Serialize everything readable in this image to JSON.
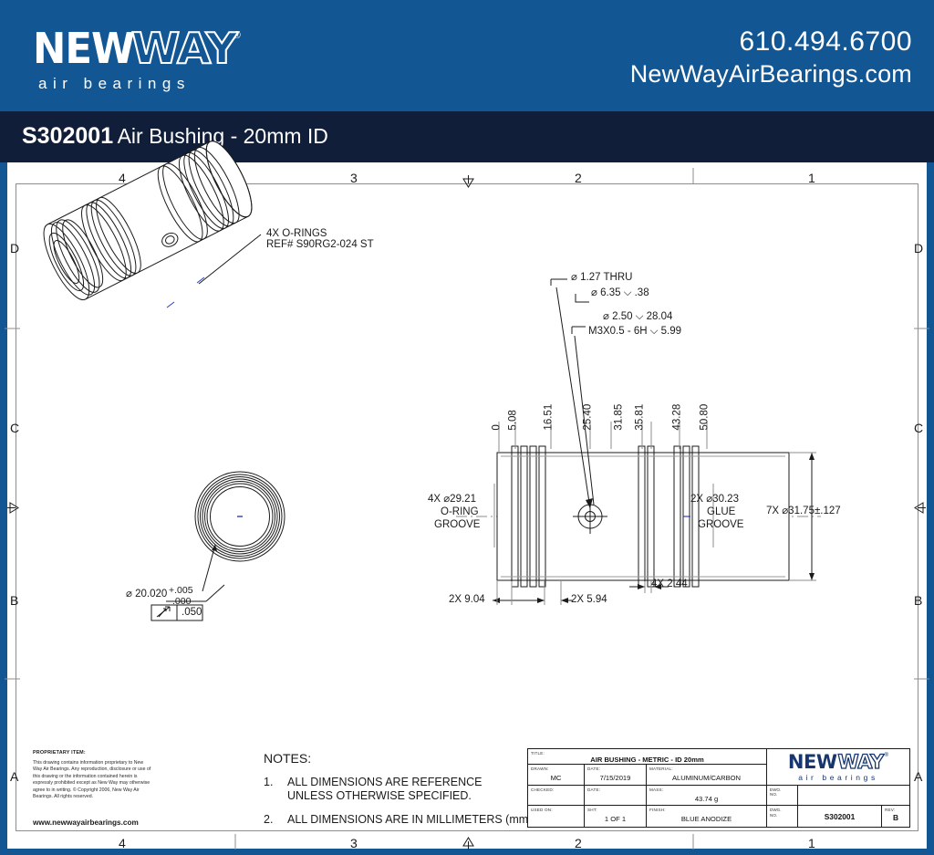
{
  "header": {
    "logo": {
      "new": "NEW",
      "way": "WAY",
      "reg": "®",
      "tagline": "air bearings"
    },
    "phone": "610.494.6700",
    "website": "NewWayAirBearings.com",
    "part_number": "S302001",
    "description": "Air Bushing - 20mm ID",
    "colors": {
      "brand_blue": "#125693",
      "title_bar": "#111e39"
    }
  },
  "sheet": {
    "zones_top": [
      "4",
      "3",
      "2",
      "1"
    ],
    "zones_bottom": [
      "4",
      "3",
      "2",
      "1"
    ],
    "zones_left": [
      "D",
      "C",
      "B",
      "A"
    ],
    "zones_right": [
      "D",
      "C",
      "B",
      "A"
    ]
  },
  "callouts": {
    "orings_line1": "4X O-RINGS",
    "orings_line2": "REF# S90RG2-024 ST",
    "bore_dia": "⌀ 20.020",
    "bore_tol_upper": "+.005",
    "bore_tol_lower": ".000",
    "surface_finish": ".050",
    "hole_thru_1": "⌀ 1.27 THRU",
    "hole_thru_2": "⌀ 6.35 ⌵ .38",
    "tap_1": "⌀ 2.50 ⌵ 28.04",
    "tap_2": "M3X0.5 - 6H ⌵ 5.99",
    "oring_groove_1": "4X ⌀29.21",
    "oring_groove_2": "O-RING",
    "oring_groove_3": "GROOVE",
    "glue_groove_1": "2X ⌀30.23",
    "glue_groove_2": "GLUE",
    "glue_groove_3": "GROOVE",
    "od_dim": "7X ⌀31.75±.127",
    "dim_2x_904": "2X 9.04",
    "dim_2x_594": "2X 5.94",
    "dim_4x_244": "4X 2.44",
    "stack": [
      "0",
      "5.08",
      "16.51",
      "25.40",
      "31.85",
      "35.81",
      "43.28",
      "50.80"
    ]
  },
  "notes": {
    "heading": "NOTES:",
    "items": [
      {
        "num": "1.",
        "text": "ALL DIMENSIONS ARE REFERENCE\nUNLESS OTHERWISE SPECIFIED."
      },
      {
        "num": "2.",
        "text": "ALL DIMENSIONS ARE IN MILLIMETERS (mm)."
      }
    ]
  },
  "proprietary": {
    "heading": "PROPRIETARY ITEM:",
    "body": "This drawing contains information proprietary to New Way Air Bearings. Any reproduction, disclosure or use of this drawing or the information contained herein is expressly prohibited except as New Way may otherwise agree to in writing. © Copyright 2006, New Way Air Bearings. All rights reserved.",
    "url": "www.newwayairbearings.com"
  },
  "title_block": {
    "title_label": "TITLE:",
    "title_value": "AIR BUSHING - METRIC - ID 20mm",
    "drawn_label": "DRAWN:",
    "drawn_value": "MC",
    "drawn_date_label": "DATE:",
    "drawn_date_value": "7/15/2019",
    "material_label": "MATERIAL:",
    "material_value": "ALUMINUM/CARBON",
    "checked_label": "CHECKED:",
    "checked_value": "",
    "checked_date_label": "DATE:",
    "checked_date_value": "",
    "mass_label": "MASS:",
    "mass_value": "43.74 g",
    "used_on_label": "USED ON:",
    "used_on_value": "",
    "sheet_label": "SHT:",
    "sheet_value": "1 OF 1",
    "finish_label": "FINISH:",
    "finish_value": "BLUE ANODIZE",
    "ewo_label": "EWO.\nNO.",
    "ewo_value": "",
    "dwg_label": "DWG.\nNO.",
    "dwg_value": "S302001",
    "rev_label": "REV:",
    "rev_value": "B",
    "logo": {
      "new": "NEW",
      "way": "WAY",
      "reg": "®",
      "tagline": "air bearings"
    }
  }
}
